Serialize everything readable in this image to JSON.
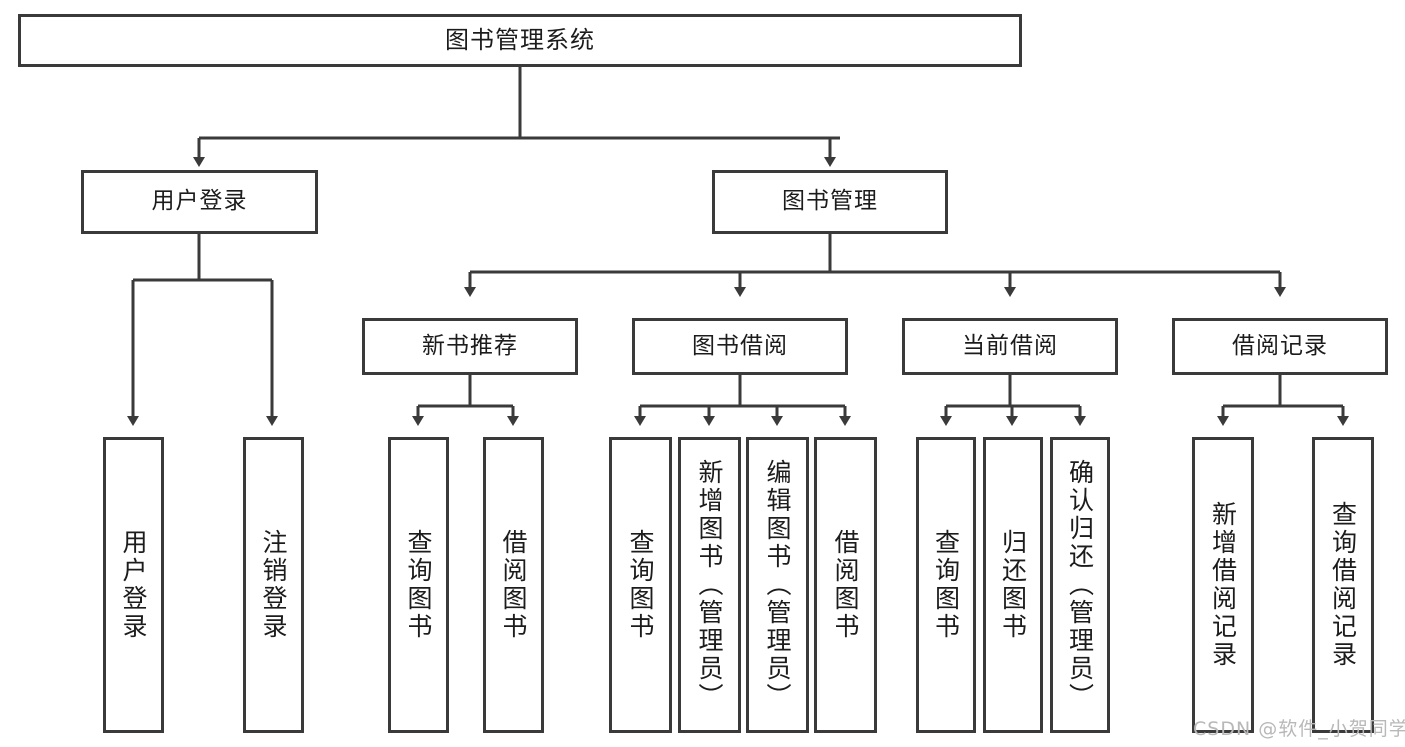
{
  "diagram": {
    "title": "图书管理系统",
    "type": "tree-hierarchy",
    "watermark": "CSDN @软件_小贺同学",
    "colors": {
      "stroke": "#3a3a3a",
      "fill": "#ffffff",
      "text": "#1c1c1c",
      "watermark": "#b8b8b8"
    },
    "root": {
      "label": "图书管理系统"
    },
    "level2": [
      {
        "label": "用户登录"
      },
      {
        "label": "图书管理"
      }
    ],
    "level3": [
      {
        "label": "新书推荐"
      },
      {
        "label": "图书借阅"
      },
      {
        "label": "当前借阅"
      },
      {
        "label": "借阅记录"
      }
    ],
    "leaves": {
      "user_login": [
        {
          "label": "用户登录"
        },
        {
          "label": "注销登录"
        }
      ],
      "new_book": [
        {
          "label": "查询图书"
        },
        {
          "label": "借阅图书"
        }
      ],
      "borrow_book": [
        {
          "label": "查询图书"
        },
        {
          "label": "新增图书（管理员）"
        },
        {
          "label": "编辑图书（管理员）"
        },
        {
          "label": "借阅图书"
        }
      ],
      "current_borrow": [
        {
          "label": "查询图书"
        },
        {
          "label": "归还图书"
        },
        {
          "label": "确认归还（管理员）"
        }
      ],
      "borrow_record": [
        {
          "label": "新增借阅记录"
        },
        {
          "label": "查询借阅记录"
        }
      ]
    }
  }
}
